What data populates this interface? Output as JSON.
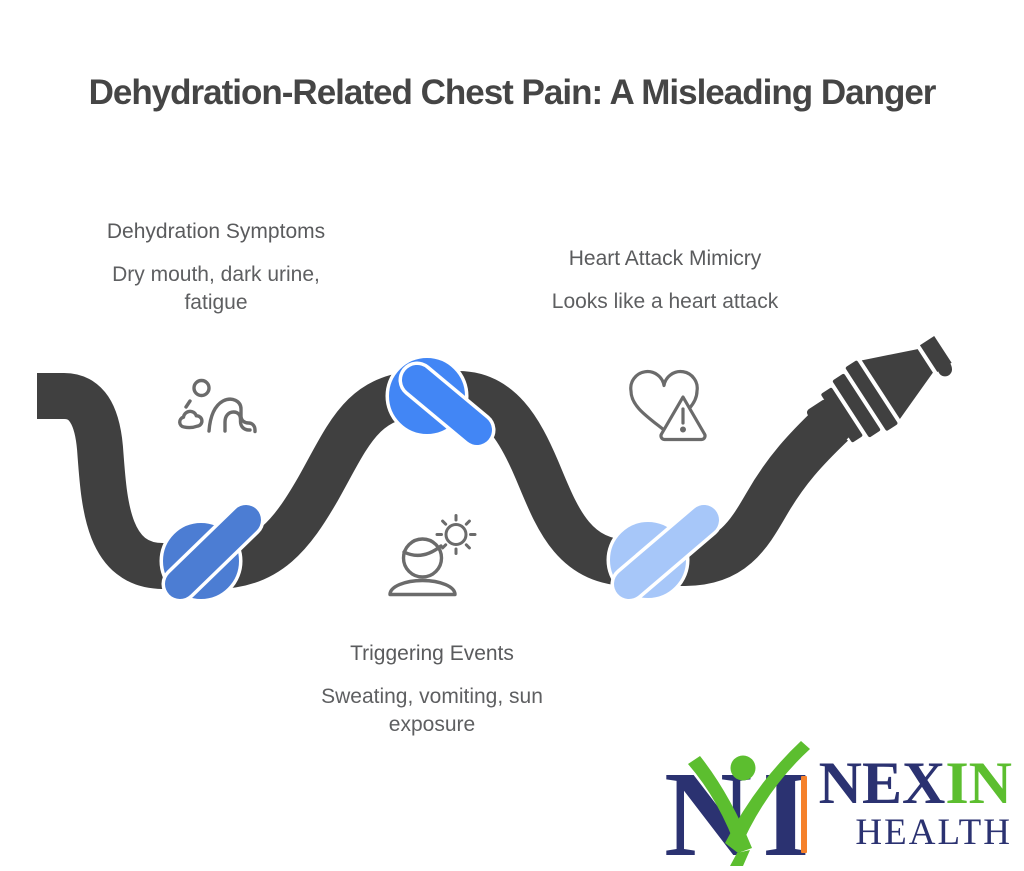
{
  "title": "Dehydration-Related Chest Pain: A Misleading Danger",
  "sections": [
    {
      "heading": "Dehydration Symptoms",
      "body": "Dry mouth, dark urine, fatigue",
      "icon": "crawling-person-icon",
      "knot_color": "#4C7DD3"
    },
    {
      "heading": "Heart Attack Mimicry",
      "body": "Looks like a heart attack",
      "icon": "heart-warning-icon",
      "knot_color": "#4286F5"
    },
    {
      "heading": "Triggering Events",
      "body": "Sweating, vomiting, sun exposure",
      "icon": "person-sun-icon",
      "knot_color": "#A7C7F9"
    }
  ],
  "illustration": {
    "rope_color": "#404040",
    "icon_stroke": "#6B6B6B",
    "white_outline": "#ffffff",
    "elements": [
      "knotted-hose",
      "knot-1",
      "knot-2",
      "knot-3",
      "hose-nozzle",
      "water-drop"
    ]
  },
  "logo": {
    "monogram_letters": "NI",
    "name_part1": "NEX",
    "name_part2": "IN",
    "name_line2": "HEALTH",
    "navy": "#2B3271",
    "green": "#5CBE2F",
    "orange": "#F5812B"
  }
}
